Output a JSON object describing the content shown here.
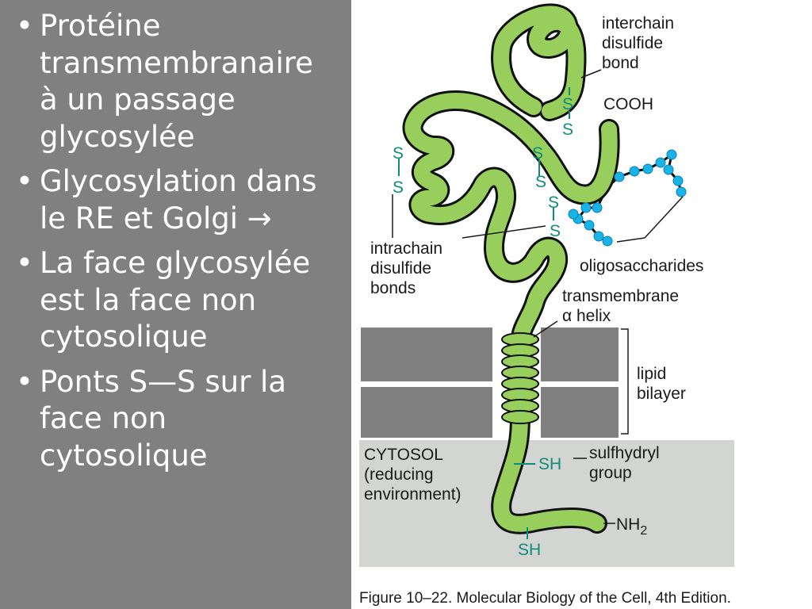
{
  "bullets": [
    [
      "Protéine",
      "transmembranaire",
      "à un passage",
      "glycosylée"
    ],
    [
      "Glycosylation dans",
      "le RE et Golgi →"
    ],
    [
      "La face glycosylée",
      "est la face non",
      "cytosolique"
    ],
    [
      "Ponts S—S sur la",
      "face non",
      "cytosolique"
    ]
  ],
  "bullet_symbol": "•",
  "figure": {
    "labels": {
      "interchain": [
        "interchain",
        "disulfide",
        "bond"
      ],
      "cooh": "COOH",
      "intrachain": [
        "intrachain",
        "disulfide",
        "bonds"
      ],
      "oligosaccharides": "oligosaccharides",
      "transmembrane": [
        "transmembrane",
        "α helix"
      ],
      "lipid": [
        "lipid",
        "bilayer"
      ],
      "cytosol": [
        "CYTOSOL",
        "(reducing",
        "environment)"
      ],
      "sulfhydryl": [
        "sulfhydryl",
        "group"
      ],
      "nh2": "NH",
      "nh2_sub": "2"
    },
    "s_letter": "S",
    "sh_letter": "SH",
    "caption": "Figure 10–22. Molecular Biology of the Cell, 4th Edition."
  },
  "colors": {
    "panel": "#808080",
    "chain_fill": "#98cf5c",
    "chain_outline": "#111111",
    "sugar": "#18b4e8",
    "bond_text": "#0f8c78",
    "membrane": "#808080",
    "cytosol": "#d3d5d2"
  }
}
